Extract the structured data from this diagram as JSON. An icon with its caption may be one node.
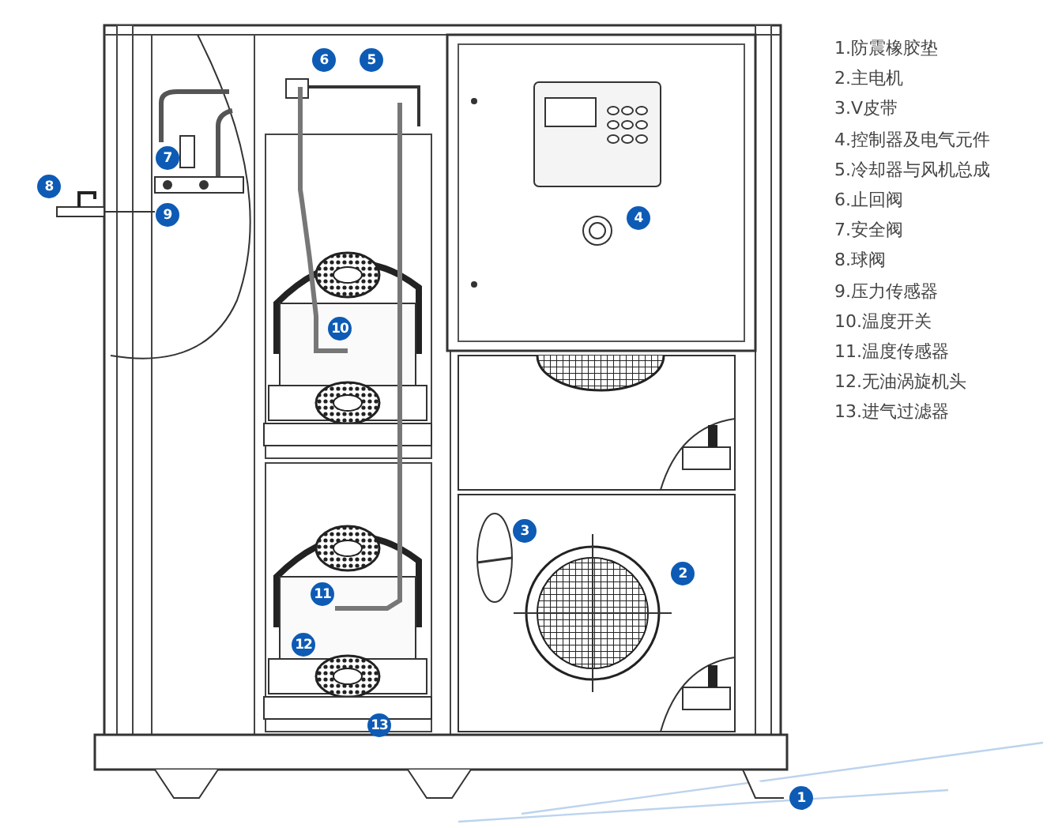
{
  "diagram": {
    "labels": [
      "6",
      "5",
      "7",
      "8",
      "9",
      "4",
      "10",
      "3",
      "2",
      "11",
      "12",
      "13",
      "1",
      "1.防震橡胶垫",
      "2.主电机",
      "3.V皮带",
      "4.控制器及电气元件",
      "5.冷却器与风机总成",
      "6.止回阀",
      "7.安全阀",
      "8.球阀",
      "9.压力传感器",
      "10.温度开关",
      "11.温度传感器",
      "12.无油涡旋机头",
      "13.进气过滤器"
    ]
  }
}
